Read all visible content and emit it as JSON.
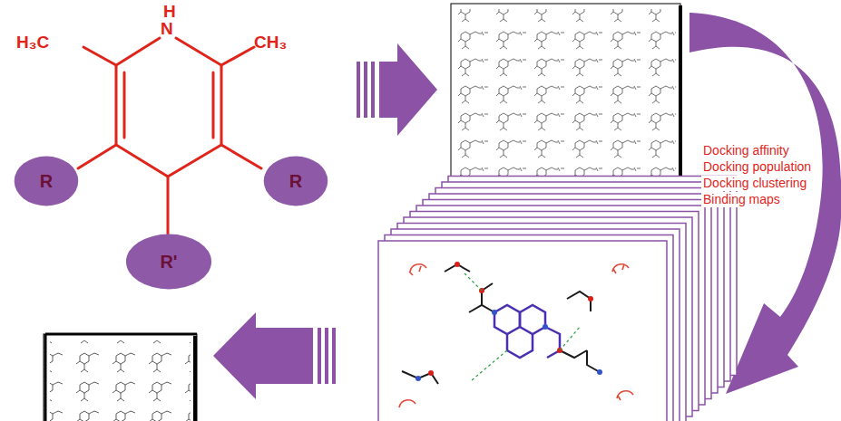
{
  "diagram": {
    "nodes": [
      {
        "text": [
          "R"
        ]
      },
      {
        "text": [
          "R'"
        ]
      },
      {
        "text": [
          "R"
        ]
      }
    ],
    "labels": [
      "H",
      "N",
      "H₃C",
      "CH₃",
      "Docking affinity",
      "Docking population",
      "Docking clustering",
      "Binding maps"
    ]
  }
}
